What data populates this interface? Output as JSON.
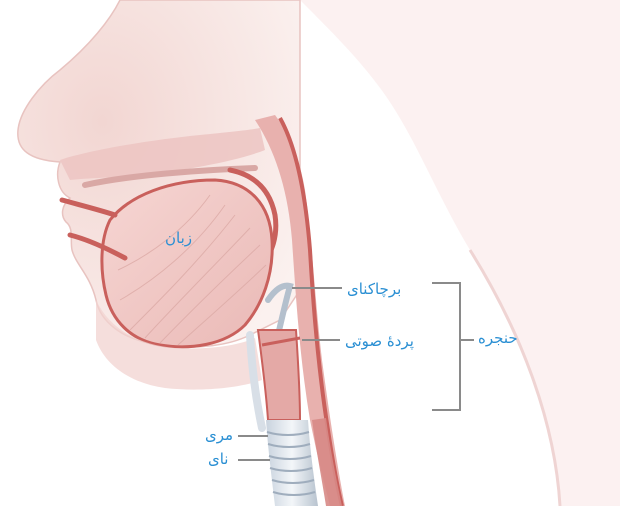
{
  "labels": {
    "tongue": "زبان",
    "epiglottis": "برچاکنای",
    "vocal_cords": "پردهٔ صوتی",
    "larynx": "حنجره",
    "esophagus": "مری",
    "trachea": "نای"
  },
  "colors": {
    "label_text": "#2a8fd3",
    "pointer_line": "#8a8a8a",
    "skin": "#f3dcd9",
    "tissue": "#eab5b3",
    "muscle": "#c9605c",
    "cartilage": "#dfe6ee"
  }
}
